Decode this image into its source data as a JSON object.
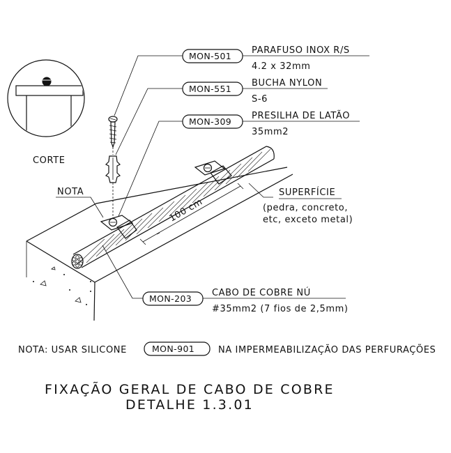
{
  "callouts": [
    {
      "tag": "MON-501",
      "line1": "PARAFUSO INOX R/S",
      "line2": "4.2 x 32mm"
    },
    {
      "tag": "MON-551",
      "line1": "BUCHA NYLON",
      "line2": "S-6"
    },
    {
      "tag": "MON-309",
      "line1": "PRESILHA DE LATÃO",
      "line2": "35mm2"
    },
    {
      "tag": "MON-203",
      "line1": "CABO DE COBRE NÚ",
      "line2": "#35mm2 (7 fios de 2,5mm)"
    }
  ],
  "section_label": "CORTE",
  "nota_label": "NOTA",
  "surface": {
    "title": "SUPERFÍCIE",
    "line2": "(pedra, concreto,",
    "line3": "etc, exceto metal)"
  },
  "dimension": "100 cm",
  "note": {
    "prefix": "NOTA: USAR SILICONE",
    "tag": "MON-901",
    "suffix": "NA IMPERMEABILIZAÇÃO DAS PERFURAÇÕES"
  },
  "title": {
    "line1": "FIXAÇÃO GERAL DE CABO DE COBRE",
    "line2": "DETALHE 1.3.01"
  }
}
